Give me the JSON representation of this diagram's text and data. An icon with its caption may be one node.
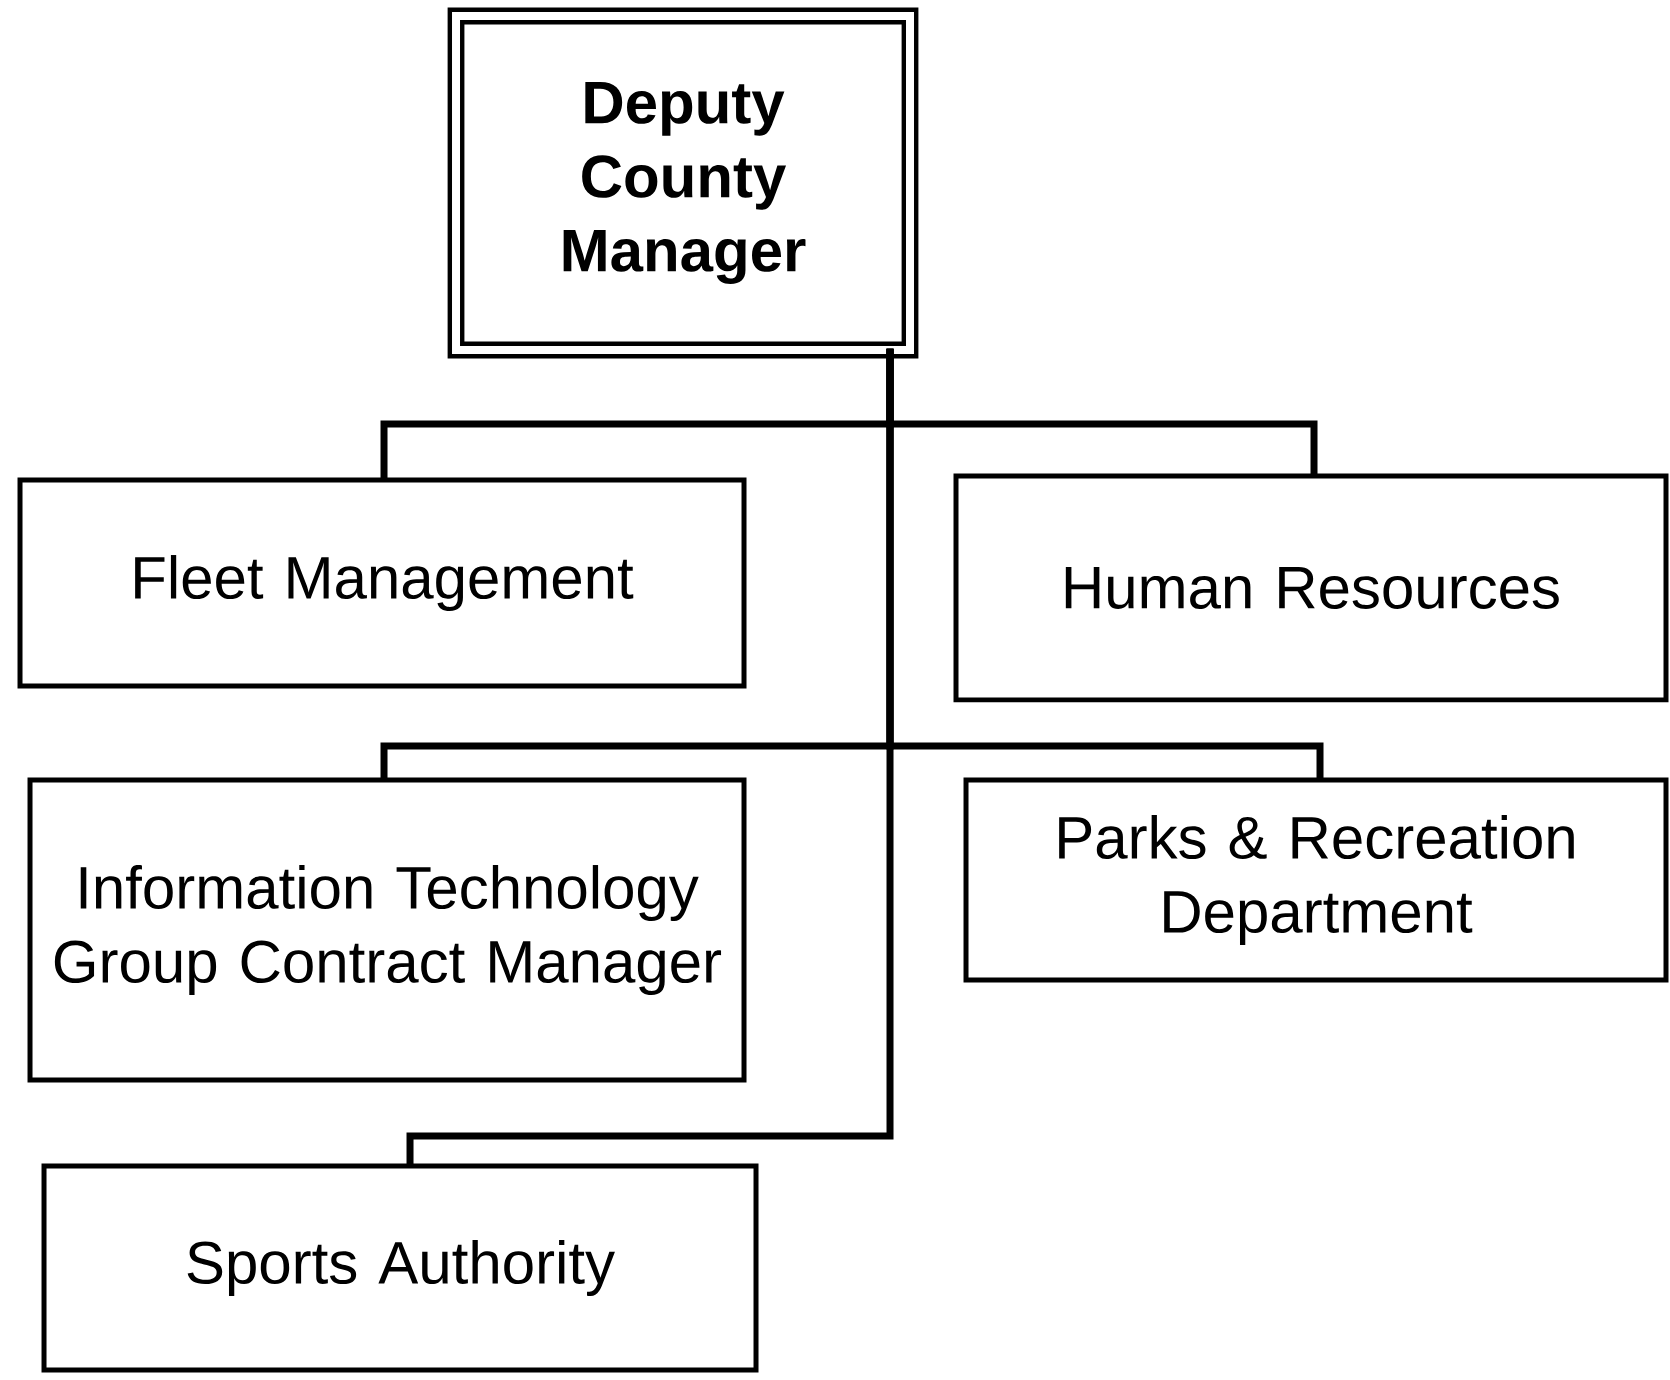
{
  "diagram": {
    "nodes": [
      {
        "text": [
          "Deputy County Manager"
        ]
      },
      {
        "text": [
          "Fleet Management"
        ]
      },
      {
        "text": [
          "Human Resources"
        ]
      },
      {
        "text": [
          "Information Technology Group Contract Manager"
        ]
      },
      {
        "text": [
          "Parks & Recreation Department"
        ]
      },
      {
        "text": [
          "Sports Authority"
        ]
      }
    ],
    "edges": [
      {
        "from": 0,
        "to": 1,
        "arrow": "none"
      },
      {
        "from": 0,
        "to": 2,
        "arrow": "none"
      },
      {
        "from": 0,
        "to": 3,
        "arrow": "none"
      },
      {
        "from": 0,
        "to": 4,
        "arrow": "none"
      },
      {
        "from": 0,
        "to": 5,
        "arrow": "none"
      }
    ]
  }
}
